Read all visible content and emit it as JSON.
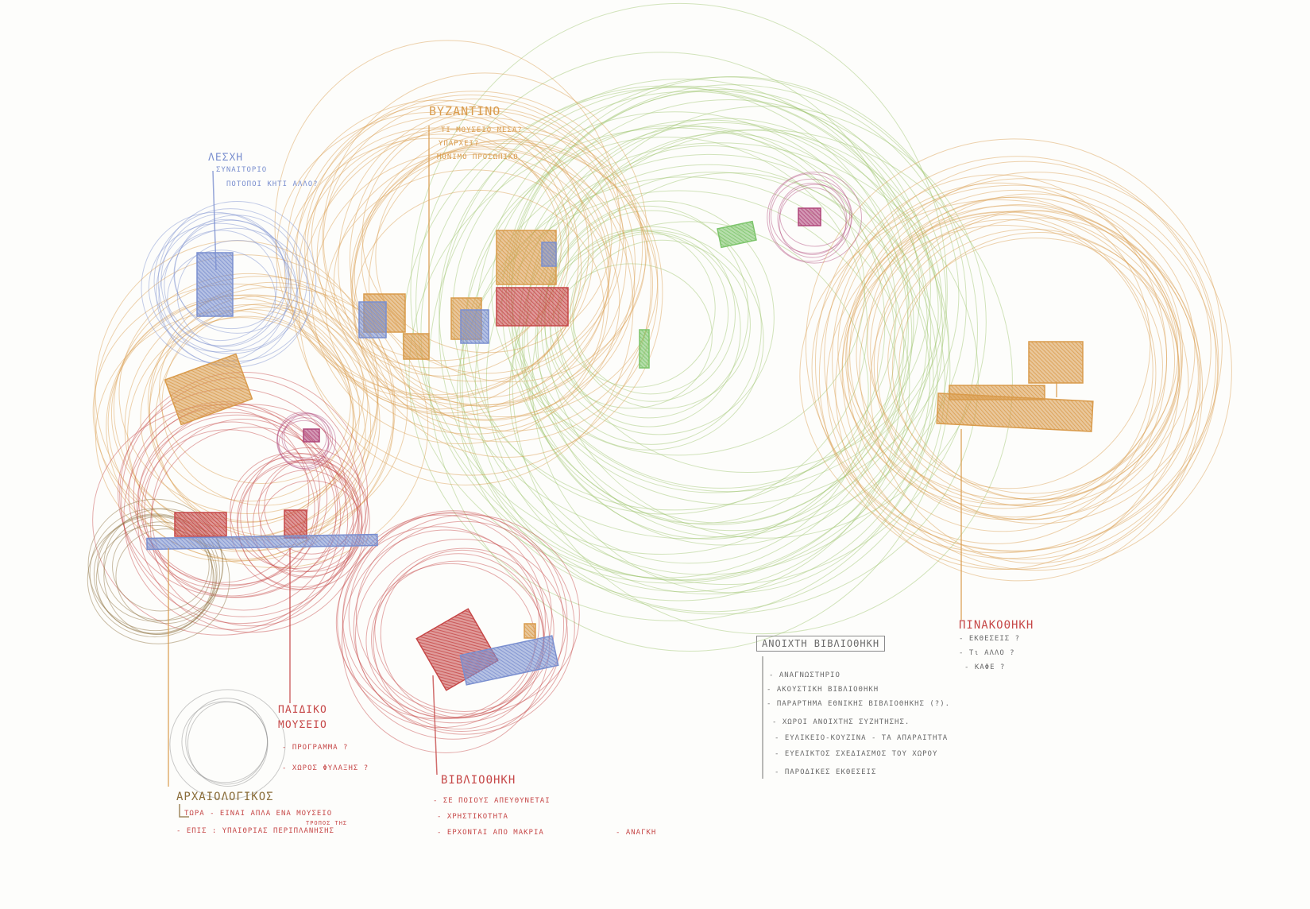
{
  "labels": {
    "lesxi": {
      "title": "ΛΕΣΧΗ",
      "items": [
        "ΣΥΝΑΙΤΟΡΙΟ",
        "ΠΟΤΟΠΟΙ ΚΗΤΙ ΑΛΛΟ?"
      ]
    },
    "vyzantino": {
      "title": "ΒΥΖΑΝΤΙΝΟ",
      "items": [
        "ΤΙ ΜΟΥΣΕΙΟ ΜΕΣΑ?",
        "ΥΠΑΡΧΕΙ?",
        "ΜΟΝΙΜΟ ΠΡΟΣΩΠΙΚΟ"
      ]
    },
    "pinakothiki": {
      "title": "ΠΙΝΑΚΟΘΗΚΗ",
      "items": [
        "- ΕΚΘΕΣΕΙΣ ?",
        "- Τι ΑΛΛΟ ?",
        "- ΚΑΦΕ ?"
      ]
    },
    "anoixti": {
      "title": "ΑΝΟΙΧΤΗ ΒΙΒΛΙΟΘΗΚΗ",
      "items": [
        "- ΑΝΑΓΝΩΣΤΗΡΙΟ",
        "- ΑΚΟΥΣΤΙΚΗ ΒΙΒΛΙΟΘΗΚΗ",
        "- ΠΑΡΑΡΤΗΜΑ ΕΘΝΙΚΗΣ ΒΙΒΛΙΟΘΗΚΗΣ (?).",
        "- ΧΩΡΟΙ ΑΝΟΙΧΤΗΣ ΣΥΖΗΤΗΣΗΣ.",
        "- ΕΥΛΙΚΕΙΟ-ΚΟΥΖΙΝΑ - ΤΑ ΑΠΑΡΑΙΤΗΤΑ",
        "- ΕΥΕΛΙΚΤΟΣ ΣΧΕΔΙΑΣΜΟΣ ΤΟΥ ΧΩΡΟΥ",
        "- ΠΑΡΟΔΙΚΕΣ ΕΚΘΕΣΕΙΣ"
      ]
    },
    "paidiko": {
      "title_line1": "ΠΑΙΔΙΚΟ",
      "title_line2": "ΜΟΥΣΕΙΟ",
      "items": [
        "- ΠΡΟΓΡΑΜΜΑ ?",
        "- ΧΩΡΟΣ ΦΥΛΑΞΗΣ ?"
      ]
    },
    "vivliothiki": {
      "title": "ΒΙΒΛΙΟΘΗΚΗ",
      "items": [
        "- ΣΕ ΠΟΙΟΥΣ ΑΠΕΥΘΥΝΕΤΑΙ",
        "- ΧΡΗΣΤΙΚΟΤΗΤΑ",
        "- ΕΡΧΟΝΤΑΙ ΑΠΟ ΜΑΚΡΙΑ",
        "- ΑΝΑΓΚΗ"
      ]
    },
    "archaiologikos": {
      "title": "ΑΡΧΑΙΟΛΟΓΙΚΟΣ",
      "items": [
        "ΤΩΡΑ - ΕΙΝΑΙ ΑΠΛΑ ΕΝΑ ΜΟΥΣΕΙΟ",
        "ΤΡΟΠΟΣ ΤΗΣ",
        "- ΕΠΙΣ : ΥΠΑΙΘΡΙΑΣ ΠΕΡΙΠΛΑΝΗΣΗΣ"
      ]
    }
  },
  "colors": {
    "orange": "#d99b4c",
    "green": "#9cc46a",
    "blue": "#7a8fcf",
    "red": "#c64848",
    "magenta": "#b0467a",
    "brown": "#8a6d3a",
    "grey": "#8a8a8a"
  }
}
